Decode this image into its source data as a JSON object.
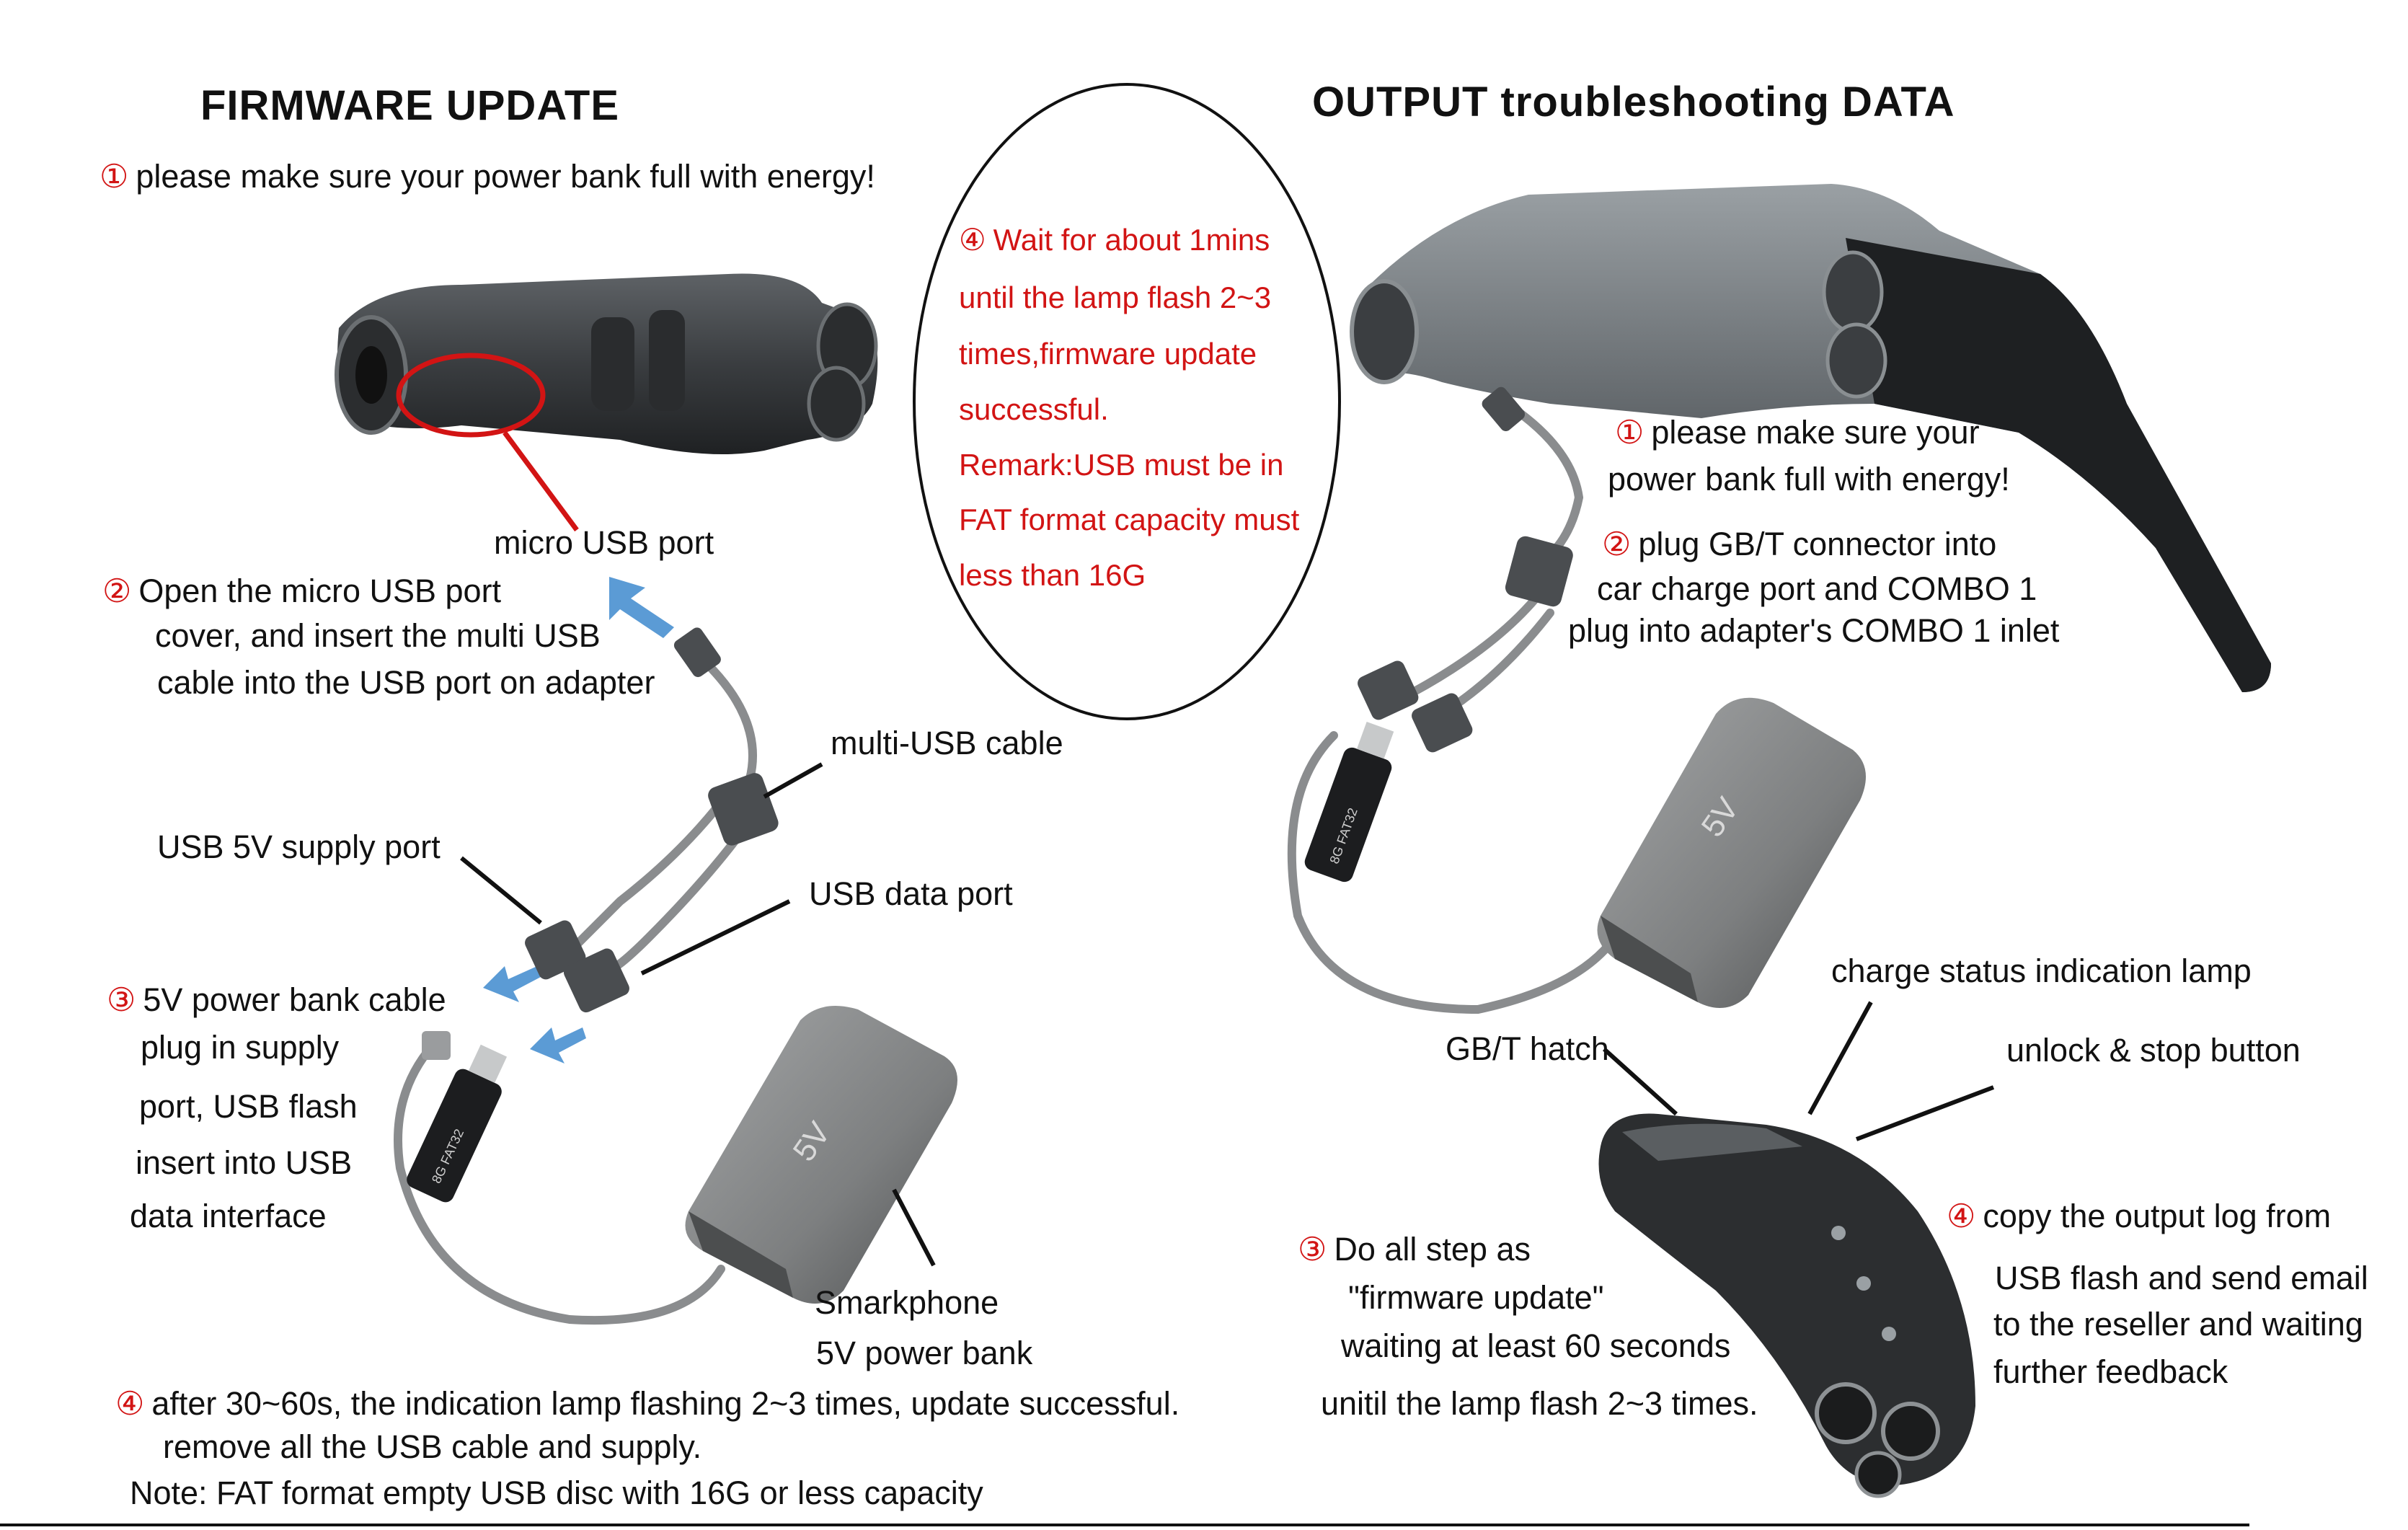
{
  "firmware": {
    "title": "FIRMWARE  UPDATE",
    "step1_num": "①",
    "step1": "please make sure your power bank full with energy!",
    "micro_usb_label": "micro USB port",
    "step2_num": "②",
    "step2_l1": "Open the micro USB port",
    "step2_l2": "cover, and insert the multi USB",
    "step2_l3": "cable into the USB port on adapter",
    "multi_usb_label": "multi-USB cable",
    "usb5v_label": "USB 5V supply port",
    "usbdata_label": "USB data port",
    "step3_num": "③",
    "step3_l1": "5V power bank cable",
    "step3_l2": "plug in supply",
    "step3_l3": "port, USB flash",
    "step3_l4": "insert into USB",
    "step3_l5": "data interface",
    "powerbank_l1": "Smarkphone",
    "powerbank_l2": "5V power bank",
    "step4_num": "④",
    "step4_l1": "after 30~60s, the indication lamp flashing 2~3 times, update successful.",
    "step4_l2": "remove all the USB cable and supply.",
    "note": "Note: FAT format empty USB disc with 16G or less capacity"
  },
  "oval": {
    "l1_num": "④",
    "l1": "Wait for about 1mins",
    "l2": "until the  lamp flash 2~3",
    "l3": "times,firmware update",
    "l4": "successful.",
    "l5": "Remark:USB must be in",
    "l6": "FAT format capacity must",
    "l7": "less than 16G"
  },
  "output": {
    "title": "OUTPUT troubleshooting DATA",
    "step1_num": "①",
    "step1_l1": "please make sure your",
    "step1_l2": "power bank full with energy!",
    "step2_num": "②",
    "step2_l1": "plug GB/T connector into",
    "step2_l2": "car charge port and COMBO 1",
    "step2_l3": "plug into adapter's COMBO 1 inlet",
    "charge_lamp_label": "charge status indication lamp",
    "unlock_label": "unlock & stop button",
    "gbt_hatch_label": "GB/T hatch",
    "step3_num": "③",
    "step3_l1": "Do all step as",
    "step3_l2": "\"firmware update\"",
    "step3_l3": "waiting at least 60 seconds",
    "step3_l4": "unitil the lamp flash 2~3 times.",
    "step4_num": "④",
    "step4_l1": "copy the output log from",
    "step4_l2": "USB flash and send email",
    "step4_l3": "to the reseller and waiting",
    "step4_l4": "further feedback"
  },
  "device_text": {
    "powerbank_left": "5V",
    "powerbank_right": "5V",
    "usb_stick_left": "8G FAT32",
    "usb_stick_right": "8G FAT32"
  },
  "colors": {
    "accent_red": "#d21414",
    "arrow_blue": "#5b9bd5",
    "device_dark": "#3a3d40",
    "powerbank_grey": "#7d7f80"
  }
}
